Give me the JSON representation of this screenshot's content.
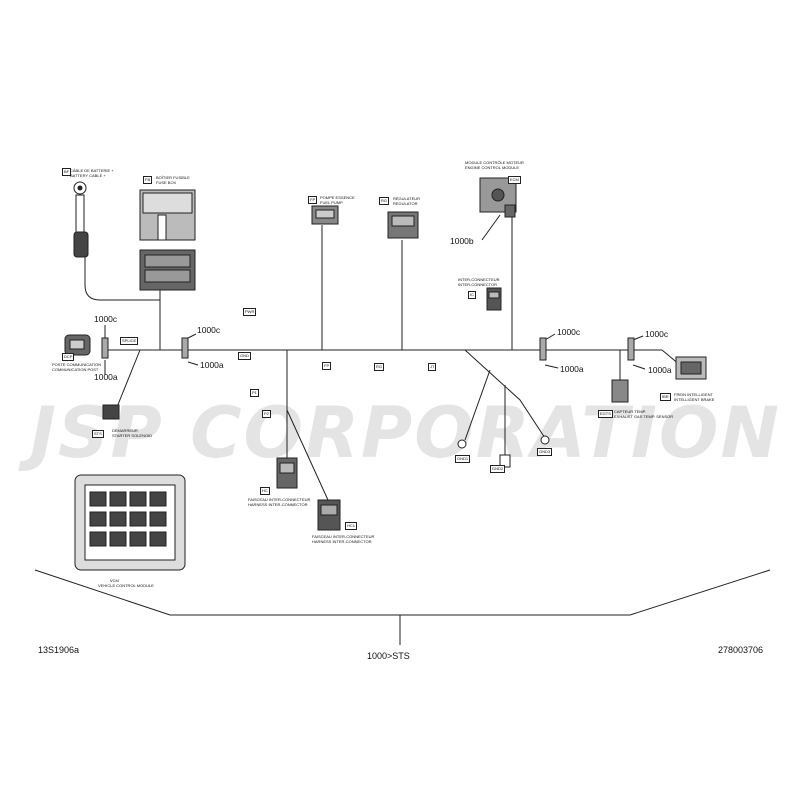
{
  "watermark": "JSP CORPORATION",
  "footer": {
    "left_code": "13S1906a",
    "center_label": "1000>STS",
    "right_code": "278003706"
  },
  "callouts": {
    "c1000c_a": "1000c",
    "c1000a_a": "1000a",
    "c1000c_b": "1000c",
    "c1000a_b": "1000a",
    "c1000b": "1000b",
    "c1000c_c": "1000c",
    "c1000a_c": "1000a",
    "c1000c_d": "1000c",
    "c1000a_d": "1000a"
  },
  "components": {
    "battery_cable": {
      "tag": "BF",
      "label_fr": "CÂBLE DE BATTERIE +",
      "label_en": "BATTERY CABLE +"
    },
    "fuse_box": {
      "tag": "FB",
      "label_fr": "BOÎTIER FUSIBLE",
      "label_en": "FUSE BOX"
    },
    "fuel_pump": {
      "tag": "FP",
      "label_fr": "POMPE ESSENCE",
      "label_en": "FUEL PUMP"
    },
    "regulator": {
      "tag": "RG",
      "label_fr": "RÉGULATEUR",
      "label_en": "REGULATOR"
    },
    "ecm": {
      "tag": "ECM",
      "label_fr": "MODULE CONTRÔLE MOTEUR",
      "label_en": "ENGINE CONTROL MODULE"
    },
    "inter_connector": {
      "tag": "IC",
      "label_fr": "INTER-CONNECTEUR",
      "label_en": "INTER-CONNECTOR"
    },
    "dcp": {
      "tag": "DCP",
      "label_fr": "POSTE COMMUNICATION",
      "label_en": "COMMUNICATION POST"
    },
    "starter_solenoid": {
      "tag": "STS",
      "label_fr": "DÉMARREUR",
      "label_en": "STARTER SOLENOID"
    },
    "harness_connector_1": {
      "tag": "HC",
      "label_fr": "FAISCEAU INTER-CONNECTEUR",
      "label_en": "HARNESS INTER-CONNECTOR"
    },
    "harness_connector_2": {
      "tag": "HC1",
      "label_fr": "FAISCEAU INTER-CONNECTEUR",
      "label_en": "HARNESS INTER-CONNECTOR"
    },
    "ibr": {
      "tag": "IBR",
      "label_fr": "FREIN INTELLIGENT",
      "label_en": "INTELLIGENT BRAKE"
    },
    "egts": {
      "tag": "EGTS",
      "label_fr": "CAPTEUR TEMP.",
      "label_en": "EXHAUST GAS TEMP. SENSOR"
    },
    "vcm": {
      "tag": "VCM",
      "label_fr": "VCM",
      "label_en": "VEHICLE CONTROL MODULE"
    }
  },
  "branch_tags": [
    "SPLICE",
    "PWR",
    "GND",
    "FP",
    "RG",
    "JT",
    "P1",
    "P2"
  ],
  "grounds": [
    "GND1",
    "GND2",
    "GND3"
  ]
}
